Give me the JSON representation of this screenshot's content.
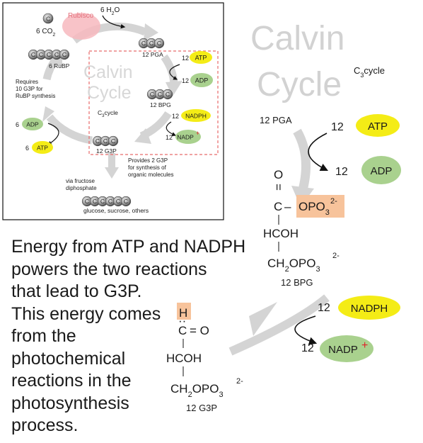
{
  "inset": {
    "rubisco": "Rubisco",
    "h2o_coef": "6",
    "h2o_formula": "H",
    "h2o_sub": "2",
    "h2o_o": "O",
    "co2_coef": "6",
    "co2": "CO",
    "co2_sub": "2",
    "carbon_letter": "C",
    "rubp": "6 RuBP",
    "pga": "12 PGA",
    "bpg": "12 BPG",
    "g3p": "12 G3P",
    "atp_coef": "12",
    "atp": "ATP",
    "adp_coef": "12",
    "adp": "ADP",
    "nadph_coef": "12",
    "nadph": "NADPH",
    "nadp_coef": "12",
    "nadp": "NADP",
    "nadp_plus": "+",
    "requires_lines": [
      "Requires",
      "10 G3P for",
      "RuBP synthesis"
    ],
    "adp6_coef": "6",
    "adp6": "ADP",
    "atp6_coef": "6",
    "atp6": "ATP",
    "calvin": "Calvin",
    "cycle": "Cycle",
    "c3cycle_c": "C",
    "c3cycle_sub": "3",
    "c3cycle_rest": "cycle",
    "provides_lines": [
      "Provides 2 G3P",
      "for synthesis of",
      "organic molecules"
    ],
    "fructose_lines": [
      "via fructose",
      "diphosphate"
    ],
    "products": "glucose, sucrose, others"
  },
  "main": {
    "calvin": "Calvin",
    "cycle": "Cycle",
    "c3cycle_c": "C",
    "c3cycle_sub": "3",
    "c3cycle_rest": "cycle",
    "pga": "12 PGA",
    "atp_coef": "12",
    "atp": "ATP",
    "adp_coef": "12",
    "adp": "ADP",
    "bpg": "12 BPG",
    "nadph_coef": "12",
    "nadph": "NADPH",
    "nadp_coef": "12",
    "nadp": "NADP",
    "nadp_plus": "+",
    "g3p": "12 G3P"
  },
  "bpg_structure": {
    "o_top": "O",
    "double_bond": "=",
    "c_opo": "C",
    "dash": "–",
    "opo": "OPO",
    "opo_sub": "3",
    "opo_sup": "2-",
    "hcoh": "HCOH",
    "ch2": "CH",
    "ch2_sub": "2",
    "ch2_opo": "OPO",
    "ch2_opo_sub": "3",
    "ch2_opo_sup": "2-"
  },
  "g3p_structure": {
    "h": "H",
    "dots": "··",
    "c": "C",
    "eq_o": "= O",
    "hcoh": "HCOH",
    "ch2": "CH",
    "ch2_sub": "2",
    "opo": "OPO",
    "opo_sub": "3",
    "opo_sup": "2-"
  },
  "paragraph": [
    "Energy from ATP and NADPH",
    "powers the two reactions",
    "that lead to G3P.",
    "This energy comes",
    "from the",
    "photochemical",
    "reactions in the",
    "photosynthesis",
    "process."
  ],
  "colors": {
    "yellow": "#f4ec16",
    "green": "#a9d18e",
    "orange_box": "#f7c39b",
    "rubisco": "#f7b9be",
    "rubisco_text": "#e36f7b",
    "arrow_gray": "#d4d4d4",
    "red_plus": "#e0202a",
    "dashed": "#e86a6a"
  }
}
